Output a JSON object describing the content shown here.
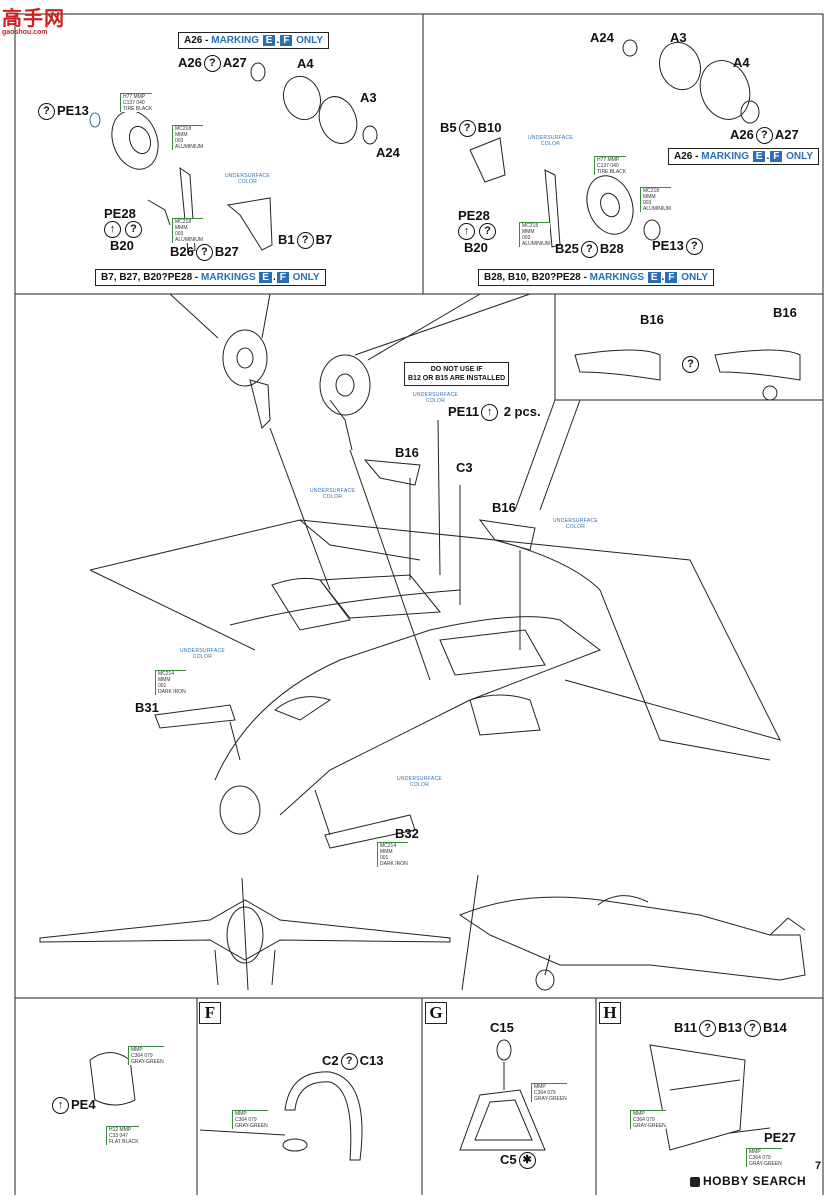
{
  "watermark": {
    "chars": "高手网",
    "url": "gaoshou.com"
  },
  "footer_brand": "HOBBY SEARCH",
  "page_number": "7",
  "top_left": {
    "banner": {
      "prefix": "A26 - ",
      "word": "MARKING",
      "l1": "E",
      "dot": ".",
      "l2": "F",
      "suffix": "ONLY"
    },
    "parts": {
      "a26": "A26",
      "a27": "A27",
      "a4": "A4",
      "a3": "A3",
      "a24": "A24",
      "pe13": "PE13",
      "pe28": "PE28",
      "b20": "B20",
      "b26": "B26",
      "b27": "B27",
      "b1": "B1",
      "b7": "B7"
    },
    "footer": {
      "prefix": "B7, B27, B20?PE28 - ",
      "word": "MARKINGS",
      "l1": "E",
      "dot": ".",
      "l2": "F",
      "suffix": "ONLY"
    },
    "notes": {
      "tire": "H77 MMP\nC137 040\nTIRE BLACK",
      "alu1": "MC218\nMMM\n003\nALUMINIUM",
      "alu2": "MC218\nMMM\n003\nALUMINIUM",
      "under": "UNDERSURFACE\nCOLOR"
    }
  },
  "top_right": {
    "banner": {
      "prefix": "A26 - ",
      "word": "MARKING",
      "l1": "E",
      "dot": ".",
      "l2": "F",
      "suffix": "ONLY"
    },
    "parts": {
      "a24": "A24",
      "a3": "A3",
      "a4": "A4",
      "a26": "A26",
      "a27": "A27",
      "b5": "B5",
      "b10": "B10",
      "pe28": "PE28",
      "b20": "B20",
      "b25": "B25",
      "b28": "B28",
      "pe13": "PE13"
    },
    "footer": {
      "prefix": "B28, B10, B20?PE28 - ",
      "word": "MARKINGS",
      "l1": "E",
      "dot": ".",
      "l2": "F",
      "suffix": "ONLY"
    },
    "notes": {
      "under": "UNDERSURFACE\nCOLOR",
      "tire": "H77 MMP\nC137 040\nTIRE BLACK",
      "alu1": "MC218\nMMM\n003\nALUMINIUM",
      "alu2": "MC218\nMMM\n003\nALUMINIUM"
    }
  },
  "main": {
    "b16_a": "B16",
    "b16_b": "B16",
    "b16_c": "B16",
    "b16_d": "B16",
    "do_not_use": "DO NOT USE IF\nB12 OR B15 ARE INSTALLED",
    "pe11": "PE11",
    "pe11_qty": "2 pcs.",
    "c3": "C3",
    "b31": "B31",
    "b32": "B32",
    "notes": {
      "u1": "UNDERSURFACE\nCOLOR",
      "u2": "UNDERSURFACE\nCOLOR",
      "u3": "UNDERSURFACE\nCOLOR",
      "u4": "UNDERSURFACE\nCOLOR",
      "u5": "UNDERSURFACE\nCOLOR",
      "iron1": "MC214\nMMM\n001\nDARK IRON",
      "iron2": "MC214\nMMM\n001\nDARK IRON"
    }
  },
  "panel_e": {
    "pe4": "PE4",
    "paint1": "MMP\nC364 079\nGRAY-GREEN",
    "paint2": "H12 MMP\nC33 047\nFLAT BLACK"
  },
  "panel_f": {
    "letter": "F",
    "c2": "C2",
    "c13": "C13",
    "paint": "MMP\nC364 079\nGRAY-GREEN"
  },
  "panel_g": {
    "letter": "G",
    "c15": "C15",
    "c5": "C5",
    "paint": "MMP\nC364 079\nGRAY-GREEN"
  },
  "panel_h": {
    "letter": "H",
    "b11": "B11",
    "b13": "B13",
    "b14": "B14",
    "pe27": "PE27",
    "paint1": "MMP\nC364 079\nGRAY-GREEN",
    "paint2": "MMP\nC364 079\nGRAY-GREEN"
  },
  "colors": {
    "accent": "#2a6fb3",
    "paint_green": "#3a8a3a",
    "line": "#222222"
  }
}
